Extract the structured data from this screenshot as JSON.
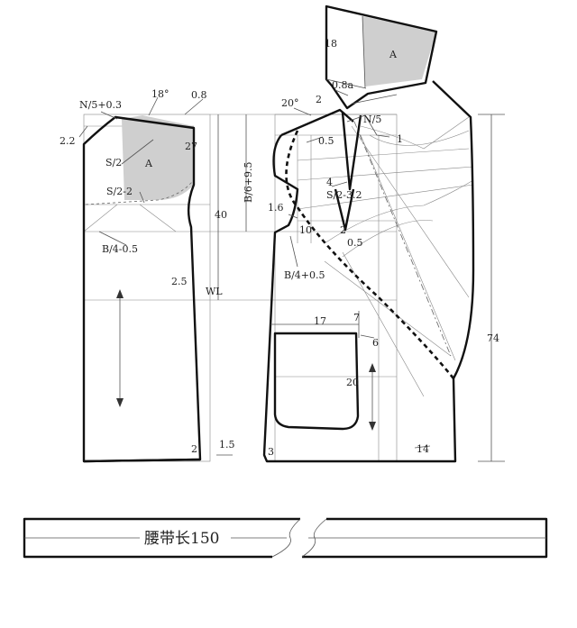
{
  "labels": {
    "back_neck_width": "N/5+0.3",
    "shoulder_angle_back": "18°",
    "shoulder_ext": "0.8",
    "neck_depth": "2.2",
    "s_half_back": "S/2",
    "yoke_a_back": "A",
    "yoke_27": "27",
    "s_half_minus2": "S/2-2",
    "b_quarter_minus_back": "B/4-0.5",
    "back_side_25": "2.5",
    "depth_label": "B/6+9.5",
    "length_40": "40",
    "waist_line": "WL",
    "hem_2": "2",
    "hem_15": "1.5",
    "hem_3": "3",
    "collar_18": "18",
    "collar_a": "A",
    "collar_08a": "0.8a",
    "collar_2": "2",
    "front_angle": "20°",
    "front_neck": "N/5",
    "front_05": "0.5",
    "front_4": "4",
    "front_1": "1",
    "front_s_half": "S/2-3.2",
    "front_16": "1.6",
    "front_10": "10",
    "front_2b": "2",
    "front_05b": "0.5",
    "b_quarter_plus": "B/4+0.5",
    "pocket_17": "17",
    "pocket_7": "7",
    "pocket_6": "6",
    "pocket_20": "20",
    "total_74": "74",
    "hem_14": "14",
    "belt_label": "腰带长150"
  }
}
